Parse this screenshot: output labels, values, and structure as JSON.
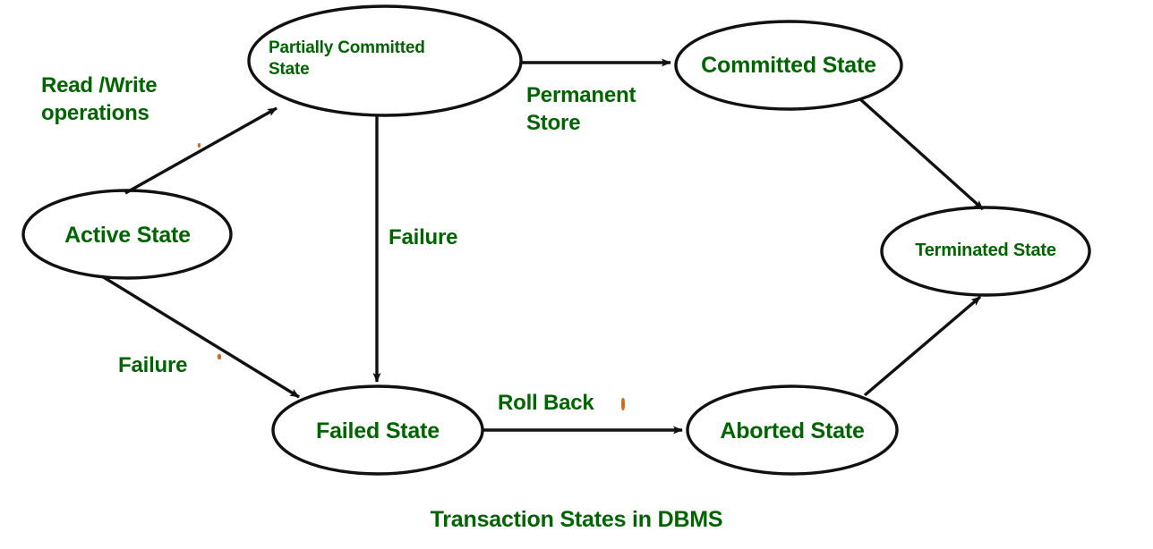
{
  "diagram": {
    "title": "Transaction States in DBMS",
    "caption": "Transaction States in DBMS",
    "accent_color": "#006400",
    "stroke_color": "#111111",
    "background_color": "#ffffff",
    "nodes": [
      {
        "id": "active",
        "label": "Active State",
        "shape": "ellipse"
      },
      {
        "id": "partial",
        "label": "Partially Committed\nState",
        "shape": "ellipse"
      },
      {
        "id": "committed",
        "label": "Committed State",
        "shape": "ellipse"
      },
      {
        "id": "terminated",
        "label": "Terminated State",
        "shape": "ellipse"
      },
      {
        "id": "failed",
        "label": "Failed State",
        "shape": "ellipse"
      },
      {
        "id": "aborted",
        "label": "Aborted State",
        "shape": "ellipse"
      }
    ],
    "edges": [
      {
        "id": "active-partial",
        "from": "active",
        "to": "partial",
        "label": "Read /Write\noperations"
      },
      {
        "id": "partial-committed",
        "from": "partial",
        "to": "committed",
        "label": "Permanent\nStore"
      },
      {
        "id": "partial-failed",
        "from": "partial",
        "to": "failed",
        "label": "Failure"
      },
      {
        "id": "active-failed",
        "from": "active",
        "to": "failed",
        "label": "Failure"
      },
      {
        "id": "failed-aborted",
        "from": "failed",
        "to": "aborted",
        "label": "Roll Back"
      },
      {
        "id": "committed-terminated",
        "from": "committed",
        "to": "terminated",
        "label": ""
      },
      {
        "id": "aborted-terminated",
        "from": "aborted",
        "to": "terminated",
        "label": ""
      }
    ]
  }
}
